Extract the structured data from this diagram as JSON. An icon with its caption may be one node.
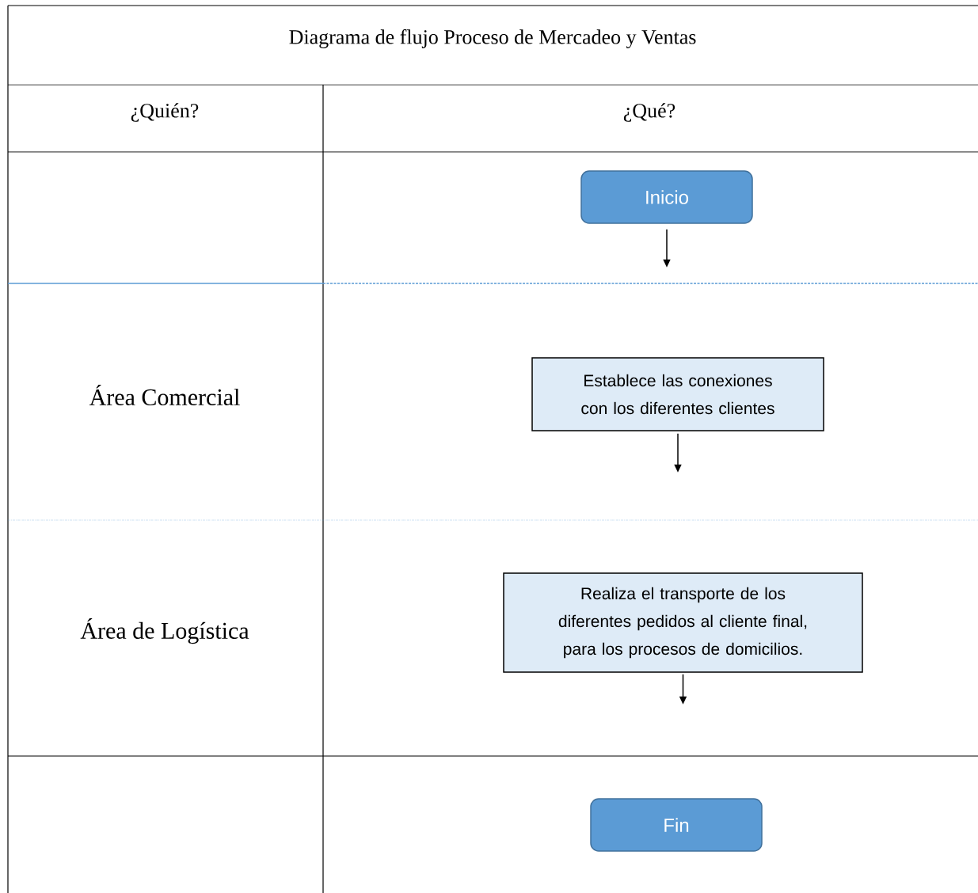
{
  "diagram": {
    "title": "Diagrama de flujo Proceso de Mercadeo y Ventas",
    "nodes": [
      {
        "text": [
          "Inicio"
        ]
      },
      {
        "text": [
          "Establece las conexiones con los diferentes clientes"
        ]
      },
      {
        "text": [
          "Realiza el transporte de los diferentes pedidos al cliente final, para los procesos de domicilios."
        ]
      },
      {
        "text": [
          "Fin"
        ]
      }
    ],
    "edges": [
      {
        "from": 0,
        "to": null,
        "arrow": "to"
      },
      {
        "from": 1,
        "to": null,
        "arrow": "to"
      },
      {
        "from": 2,
        "to": null,
        "arrow": "to"
      }
    ],
    "labels": [
      "¿Quién?",
      "¿Qué?",
      "Área Comercial",
      "Área de Logística"
    ]
  }
}
